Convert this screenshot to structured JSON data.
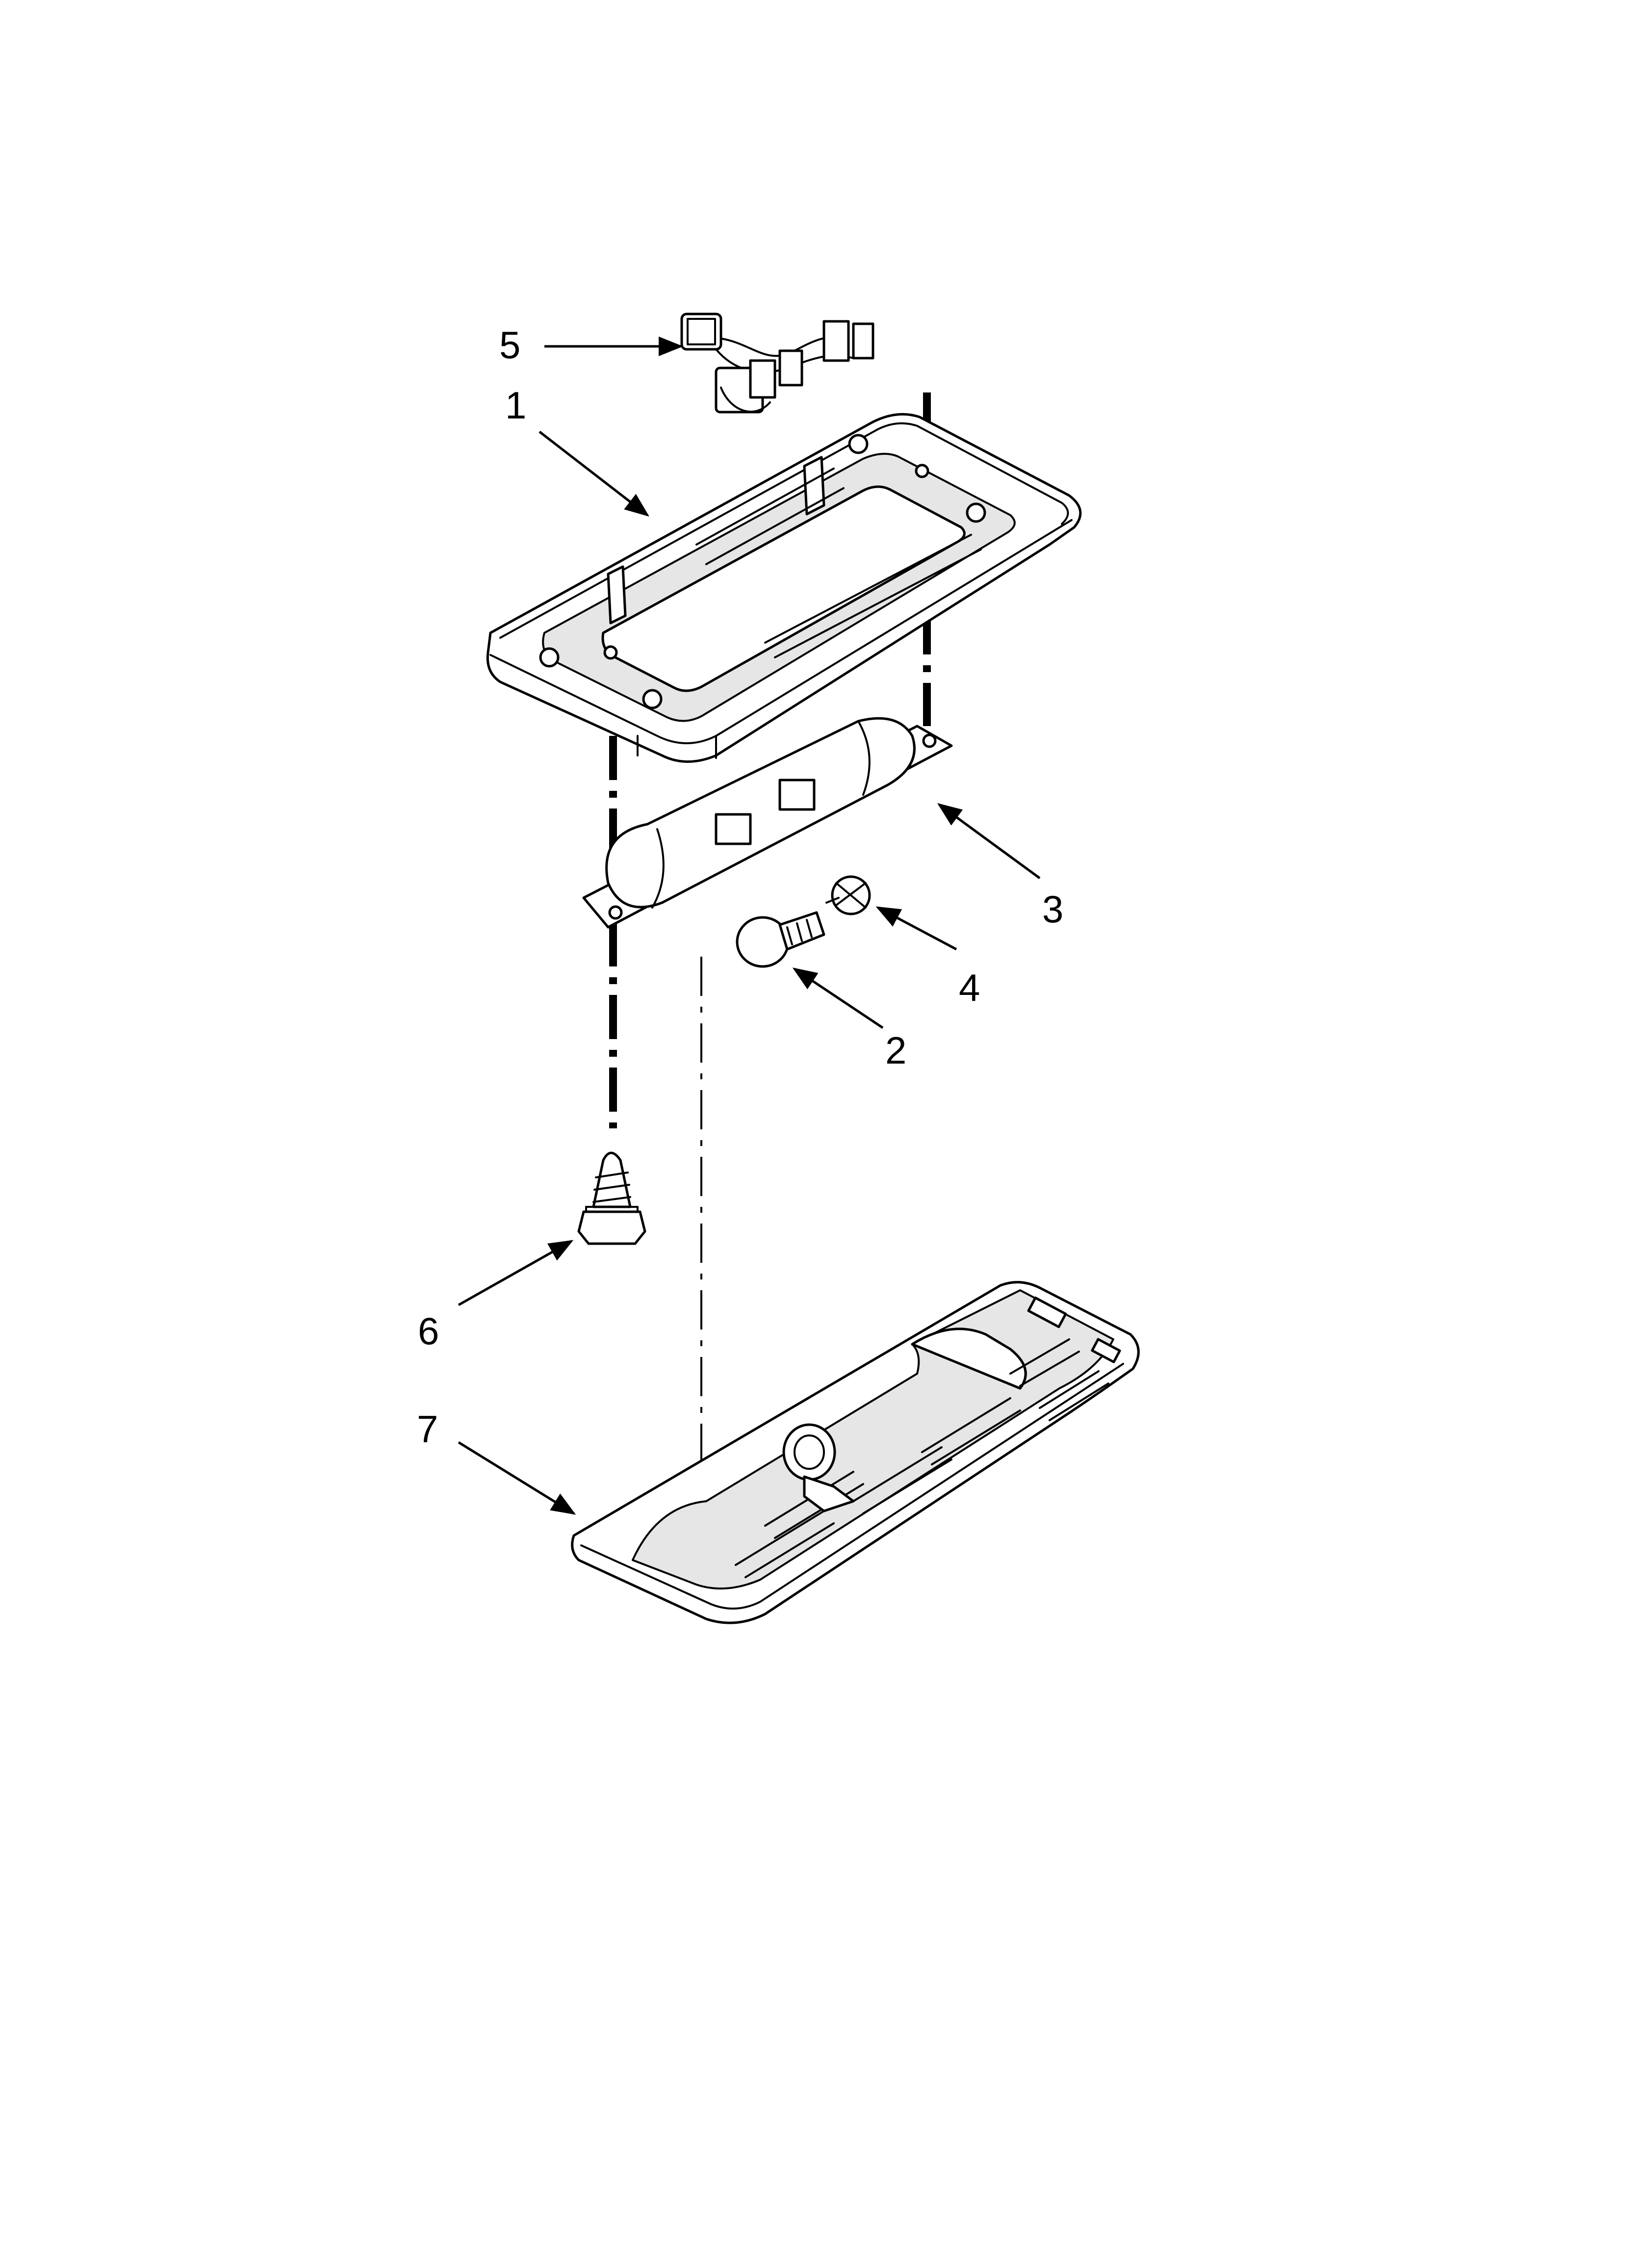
{
  "diagram": {
    "type": "exploded-parts-view",
    "colors": {
      "line": "#000000",
      "background": "#ffffff",
      "shade": "#e6e6e6"
    },
    "callouts": [
      {
        "id": "1",
        "label": "1"
      },
      {
        "id": "2",
        "label": "2"
      },
      {
        "id": "3",
        "label": "3"
      },
      {
        "id": "4",
        "label": "4"
      },
      {
        "id": "5",
        "label": "5"
      },
      {
        "id": "6",
        "label": "6"
      },
      {
        "id": "7",
        "label": "7"
      }
    ]
  }
}
